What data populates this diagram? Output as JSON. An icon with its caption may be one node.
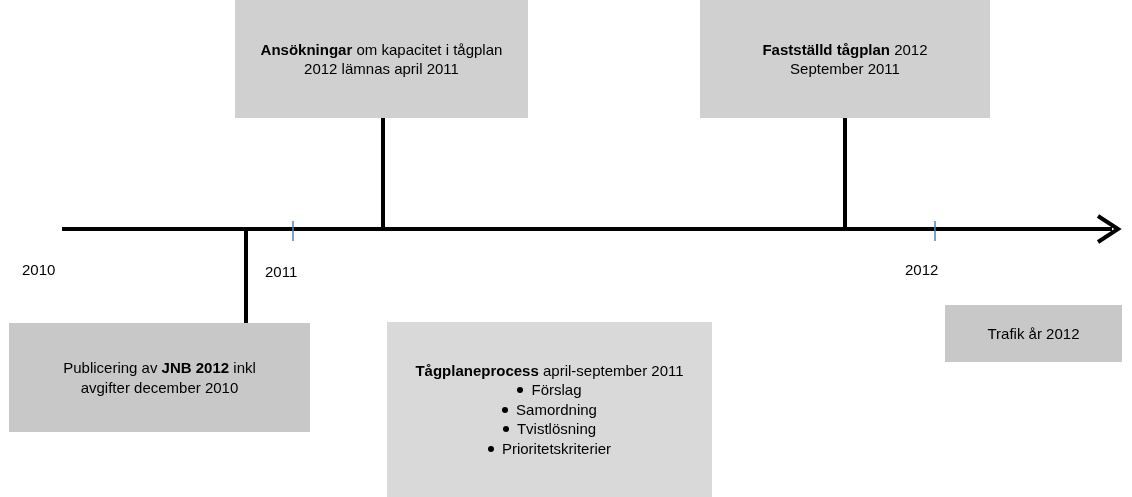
{
  "diagram": {
    "nodes": [
      {
        "text": [
          "**Ansökningar** om kapacitet i tågplan 2012 lämnas april 2011"
        ]
      },
      {
        "text": [
          "**Fastställd tågplan** 2012 September 2011"
        ]
      },
      {
        "text": [
          "Publicering av **JNB 2012** inkl avgifter december 2010"
        ]
      },
      {
        "text": [
          "**Tågplaneprocess** april-september 2011",
          "Förslag",
          "Samordning",
          "Tvistlösning",
          "Prioritetskriterier"
        ]
      },
      {
        "text": [
          "Trafik år 2012"
        ]
      }
    ],
    "edges": [
      {
        "from": 0,
        "to": null,
        "arrow": "none"
      },
      {
        "from": 1,
        "to": null,
        "arrow": "none"
      },
      {
        "from": 2,
        "to": null,
        "arrow": "none"
      }
    ],
    "labels": [
      "2010",
      "2011",
      "2012"
    ]
  }
}
